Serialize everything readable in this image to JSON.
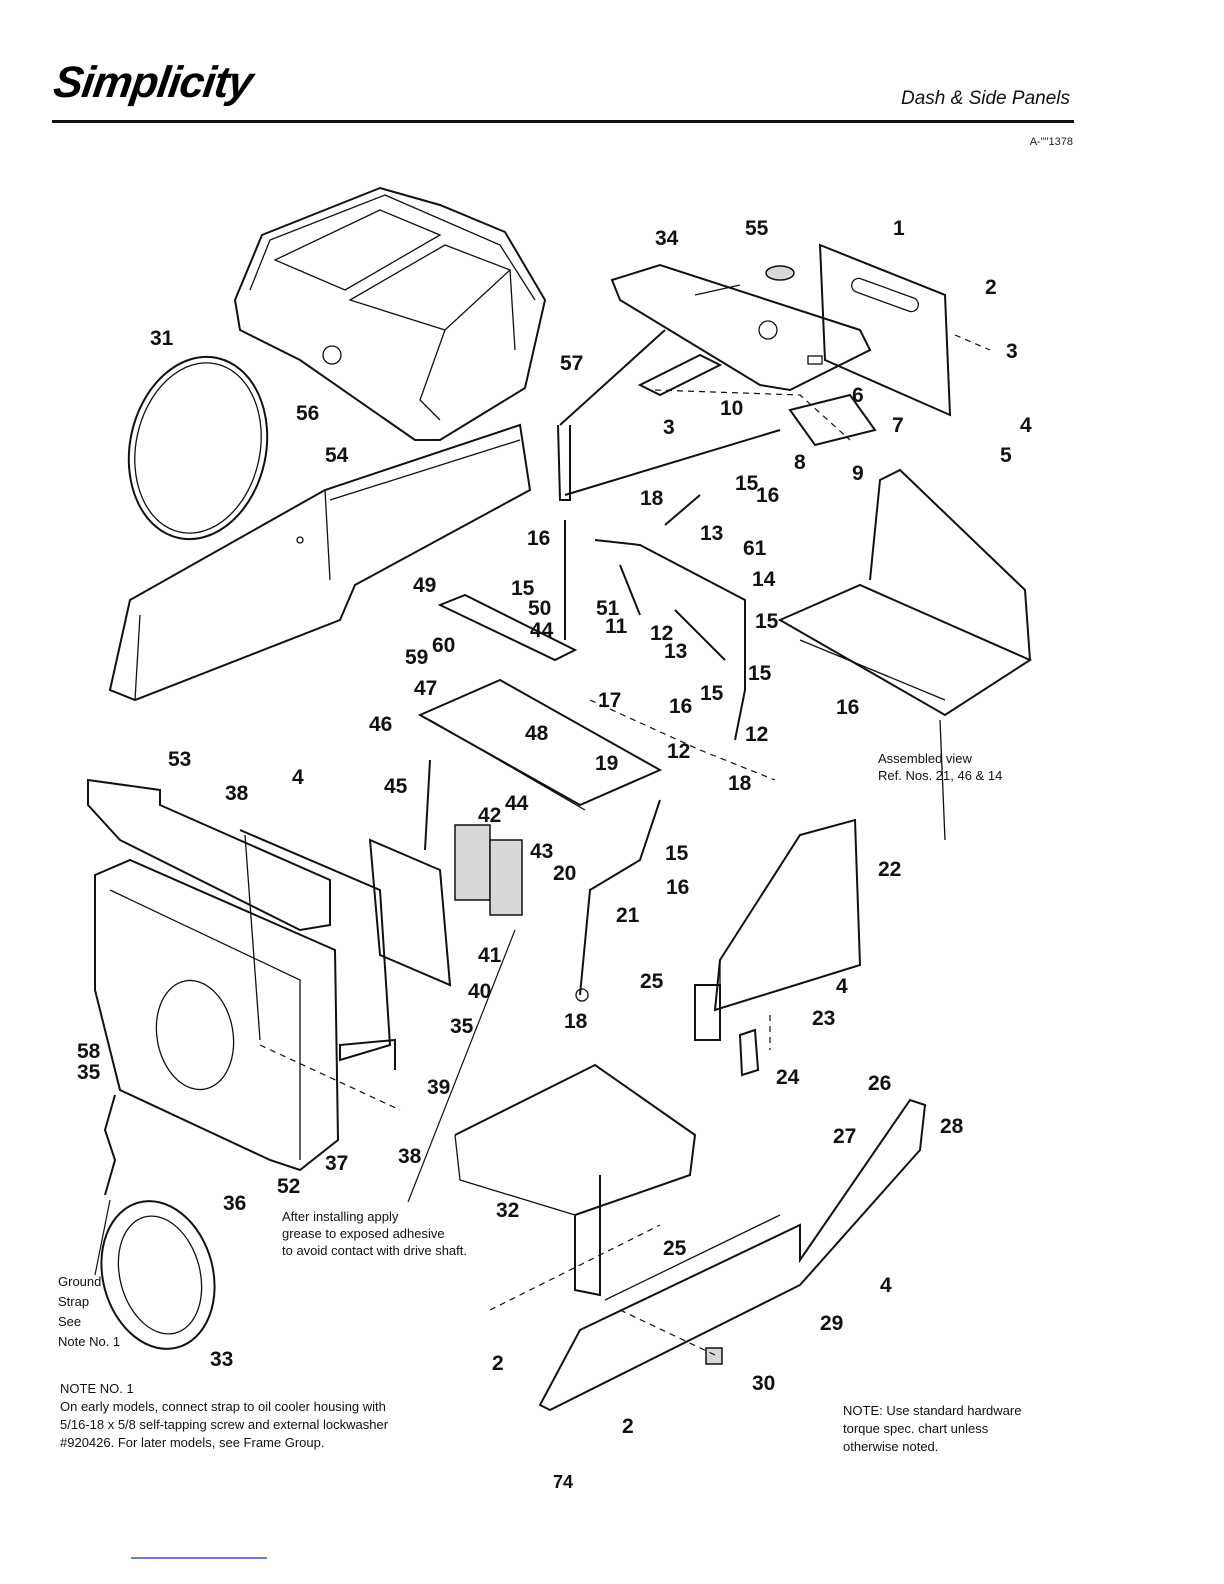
{
  "header": {
    "brand": "Simplicity",
    "section_title": "Dash & Side Panels",
    "drawing_number": "A-\"\"1378"
  },
  "callouts": [
    {
      "id": "c1",
      "label": "1"
    },
    {
      "id": "c2a",
      "label": "2"
    },
    {
      "id": "c3a",
      "label": "3"
    },
    {
      "id": "c4a",
      "label": "4"
    },
    {
      "id": "c5",
      "label": "5"
    },
    {
      "id": "c6",
      "label": "6"
    },
    {
      "id": "c7",
      "label": "7"
    },
    {
      "id": "c8",
      "label": "8"
    },
    {
      "id": "c9",
      "label": "9"
    },
    {
      "id": "c10",
      "label": "10"
    },
    {
      "id": "c3b",
      "label": "3"
    },
    {
      "id": "c34",
      "label": "34"
    },
    {
      "id": "c55",
      "label": "55"
    },
    {
      "id": "c57",
      "label": "57"
    },
    {
      "id": "c31",
      "label": "31"
    },
    {
      "id": "c56",
      "label": "56"
    },
    {
      "id": "c54",
      "label": "54"
    },
    {
      "id": "c18a",
      "label": "18"
    },
    {
      "id": "c15a",
      "label": "15"
    },
    {
      "id": "c16a",
      "label": "16"
    },
    {
      "id": "c13a",
      "label": "13"
    },
    {
      "id": "c16b",
      "label": "16"
    },
    {
      "id": "c15b",
      "label": "15"
    },
    {
      "id": "c61",
      "label": "61"
    },
    {
      "id": "c14",
      "label": "14"
    },
    {
      "id": "c50",
      "label": "50"
    },
    {
      "id": "c51",
      "label": "51"
    },
    {
      "id": "c11",
      "label": "11"
    },
    {
      "id": "c12a",
      "label": "12"
    },
    {
      "id": "c44a",
      "label": "44"
    },
    {
      "id": "c13b",
      "label": "13"
    },
    {
      "id": "c49",
      "label": "49"
    },
    {
      "id": "c60",
      "label": "60"
    },
    {
      "id": "c59",
      "label": "59"
    },
    {
      "id": "c47",
      "label": "47"
    },
    {
      "id": "c46",
      "label": "46"
    },
    {
      "id": "c48",
      "label": "48"
    },
    {
      "id": "c17",
      "label": "17"
    },
    {
      "id": "c16c",
      "label": "16"
    },
    {
      "id": "c15c",
      "label": "15"
    },
    {
      "id": "c15d",
      "label": "15"
    },
    {
      "id": "c15e",
      "label": "15"
    },
    {
      "id": "c16d",
      "label": "16"
    },
    {
      "id": "c12b",
      "label": "12"
    },
    {
      "id": "c12c",
      "label": "12"
    },
    {
      "id": "c53",
      "label": "53"
    },
    {
      "id": "c38a",
      "label": "38"
    },
    {
      "id": "c4b",
      "label": "4"
    },
    {
      "id": "c45",
      "label": "45"
    },
    {
      "id": "c19",
      "label": "19"
    },
    {
      "id": "c18b",
      "label": "18"
    },
    {
      "id": "c44b",
      "label": "44"
    },
    {
      "id": "c42",
      "label": "42"
    },
    {
      "id": "c43",
      "label": "43"
    },
    {
      "id": "c20",
      "label": "20"
    },
    {
      "id": "c15f",
      "label": "15"
    },
    {
      "id": "c16e",
      "label": "16"
    },
    {
      "id": "c22",
      "label": "22"
    },
    {
      "id": "c21",
      "label": "21"
    },
    {
      "id": "c41",
      "label": "41"
    },
    {
      "id": "c40",
      "label": "40"
    },
    {
      "id": "c25a",
      "label": "25"
    },
    {
      "id": "c4c",
      "label": "4"
    },
    {
      "id": "c23",
      "label": "23"
    },
    {
      "id": "c18c",
      "label": "18"
    },
    {
      "id": "c35a",
      "label": "35"
    },
    {
      "id": "c24",
      "label": "24"
    },
    {
      "id": "c58",
      "label": "58"
    },
    {
      "id": "c35b",
      "label": "35"
    },
    {
      "id": "c39",
      "label": "39"
    },
    {
      "id": "c26",
      "label": "26"
    },
    {
      "id": "c27",
      "label": "27"
    },
    {
      "id": "c28",
      "label": "28"
    },
    {
      "id": "c37",
      "label": "37"
    },
    {
      "id": "c38b",
      "label": "38"
    },
    {
      "id": "c52",
      "label": "52"
    },
    {
      "id": "c36",
      "label": "36"
    },
    {
      "id": "c32",
      "label": "32"
    },
    {
      "id": "c25b",
      "label": "25"
    },
    {
      "id": "c4d",
      "label": "4"
    },
    {
      "id": "c29",
      "label": "29"
    },
    {
      "id": "c33",
      "label": "33"
    },
    {
      "id": "c2b",
      "label": "2"
    },
    {
      "id": "c30",
      "label": "30"
    },
    {
      "id": "c2c",
      "label": "2"
    }
  ],
  "assembled_view": {
    "line1": "Assembled view",
    "line2": "Ref. Nos. 21, 46 & 14"
  },
  "grease_note": {
    "line1": "After installing apply",
    "line2": "grease to exposed adhesive",
    "line3": "to avoid contact with drive shaft."
  },
  "ground_strap": {
    "line1": "Ground",
    "line2": "Strap",
    "line3": "See",
    "line4": "Note No. 1"
  },
  "note1": {
    "title": "NOTE NO. 1",
    "line1": "On early models, connect strap to oil cooler housing with",
    "line2": "5/16-18 x 5/8 self-tapping screw and external lockwasher",
    "line3": "#920426. For later models, see Frame Group."
  },
  "torque_note": {
    "line1": "NOTE: Use standard hardware",
    "line2": "torque spec. chart unless",
    "line3": "otherwise noted."
  },
  "page_number": "74"
}
